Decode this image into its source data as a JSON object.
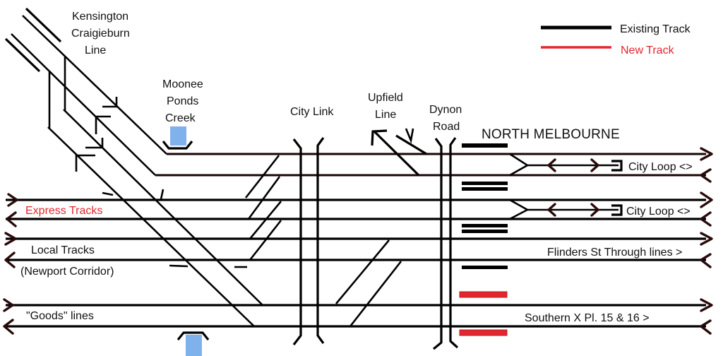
{
  "legend": {
    "existing_label": "Existing Track",
    "new_label": "New Track",
    "existing_color": "#000000",
    "new_color": "#e3262e"
  },
  "labels": {
    "kensington_1": "Kensington",
    "kensington_2": "Craigieburn",
    "kensington_3": "Line",
    "moonee_1": "Moonee",
    "moonee_2": "Ponds",
    "moonee_3": "Creek",
    "city_link": "City Link",
    "upfield_1": "Upfield",
    "upfield_2": "Line",
    "dynon_1": "Dynon",
    "dynon_2": "Road",
    "station": "NORTH MELBOURNE",
    "express": "Express Tracks",
    "local": "Local Tracks",
    "newport": "(Newport Corridor)",
    "goods": "\"Goods\" lines",
    "city_loop_1": "City Loop <>",
    "city_loop_2": "City Loop <>",
    "flinders": "Flinders St Through lines >",
    "southern": "Southern X Pl. 15 & 16 >"
  },
  "colors": {
    "creek": "#7fb2ec",
    "new_track": "#e3262e",
    "express_label": "#e3262e"
  }
}
